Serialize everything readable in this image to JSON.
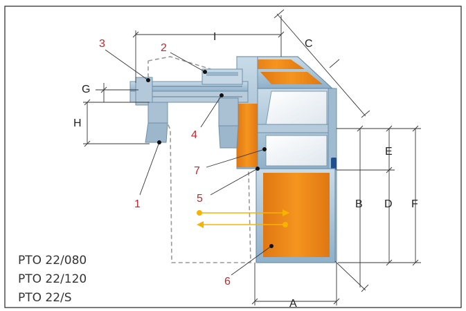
{
  "dimension_labels": {
    "A": "A",
    "B": "B",
    "C": "C",
    "D": "D",
    "E": "E",
    "F": "F",
    "G": "G",
    "H": "H",
    "I": "I"
  },
  "part_numbers": {
    "p1": "1",
    "p2": "2",
    "p3": "3",
    "p4": "4",
    "p5": "5",
    "p6": "6",
    "p7": "7"
  },
  "models": [
    "PTO 22/080",
    "PTO 22/120",
    "PTO 22/S"
  ],
  "colors": {
    "panel_orange": "#f08a1c",
    "frame_blue": "#a9c4d9",
    "label_red": "#c0272d",
    "arrow_yellow": "#f5b400"
  }
}
